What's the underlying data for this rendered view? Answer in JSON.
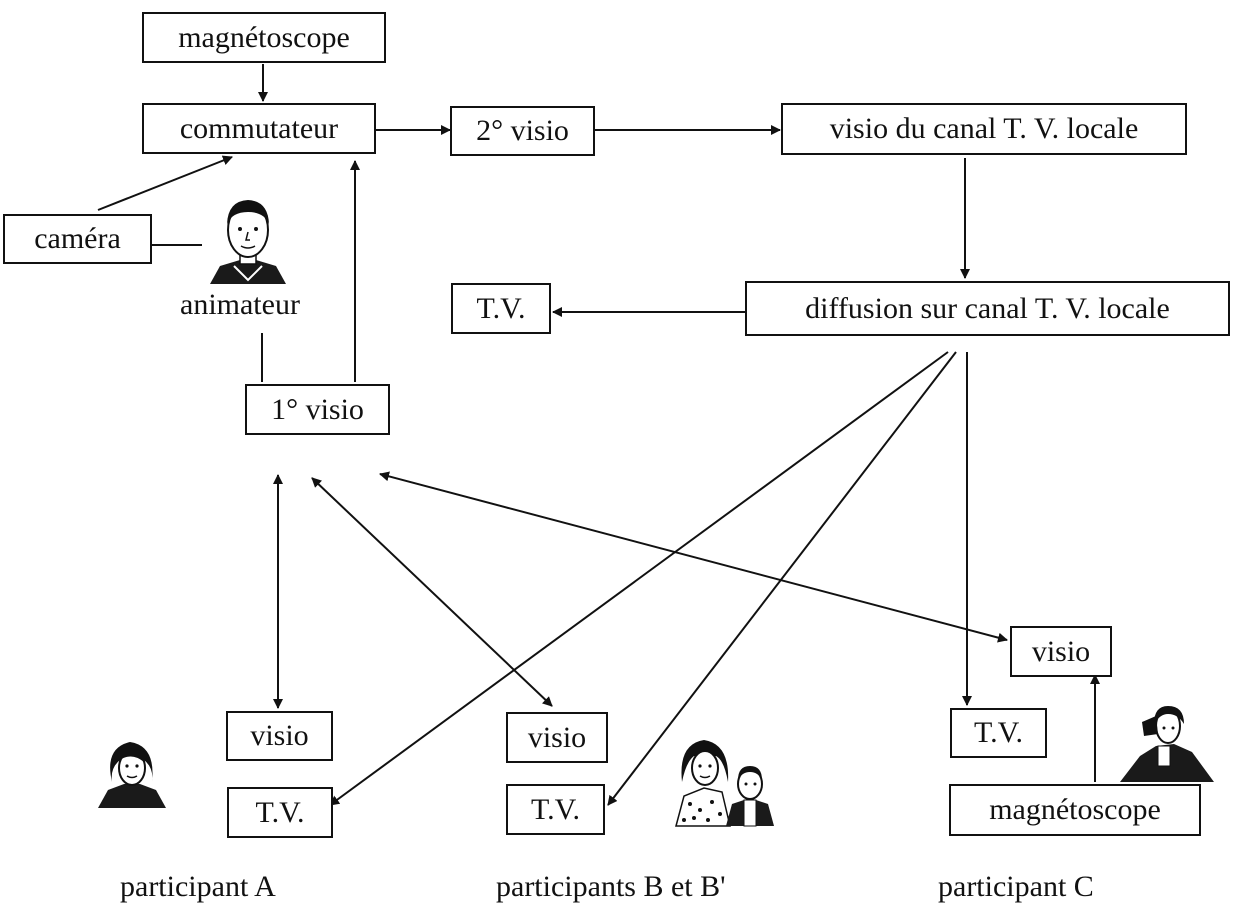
{
  "nodes": {
    "magnetoscope_top": "magnétoscope",
    "commutateur": "commutateur",
    "visio_2": "2° visio",
    "visio_canal": "visio du canal T. V. locale",
    "camera": "caméra",
    "tv_left": "T.V.",
    "diffusion": "diffusion sur canal T. V. locale",
    "visio_1": "1° visio",
    "visio_a": "visio",
    "tv_a": "T.V.",
    "visio_b": "visio",
    "tv_b": "T.V.",
    "visio_c": "visio",
    "tv_c": "T.V.",
    "magnetoscope_c": "magnétoscope"
  },
  "labels": {
    "animateur": "animateur",
    "participant_a": "participant A",
    "participants_b": "participants B et B'",
    "participant_c": "participant C"
  },
  "icons": {
    "animateur": "man-portrait-icon",
    "participant_a": "woman-portrait-icon",
    "participants_b": "couple-portrait-icon",
    "participant_c": "person-portrait-icon"
  },
  "colors": {
    "line": "#111111",
    "background": "#ffffff"
  }
}
